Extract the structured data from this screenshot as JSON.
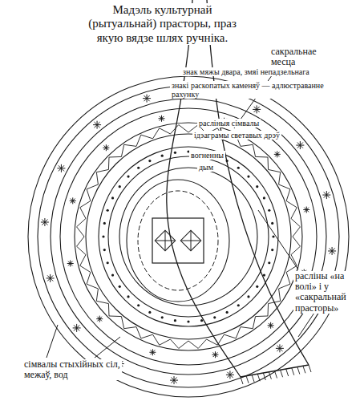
{
  "diagram": {
    "title": "Мадэль культурнай (рытуальнай) прасторы, праз якую вядзе шлях ручніка.",
    "labels": [
      "сакральнае месца",
      "знак мяжы двара, змяі непадзельнага",
      "знакі раскопатых каменяў — адлюстраванне рахунку",
      "расліныя сімвалы",
      "ідэаграмы светавых дрэў",
      "вогненны",
      "дым",
      "расліны «на волі» і у «сакральнай прасторы»",
      "сімвалы стыхійных сіл, межаў, вод"
    ]
  }
}
